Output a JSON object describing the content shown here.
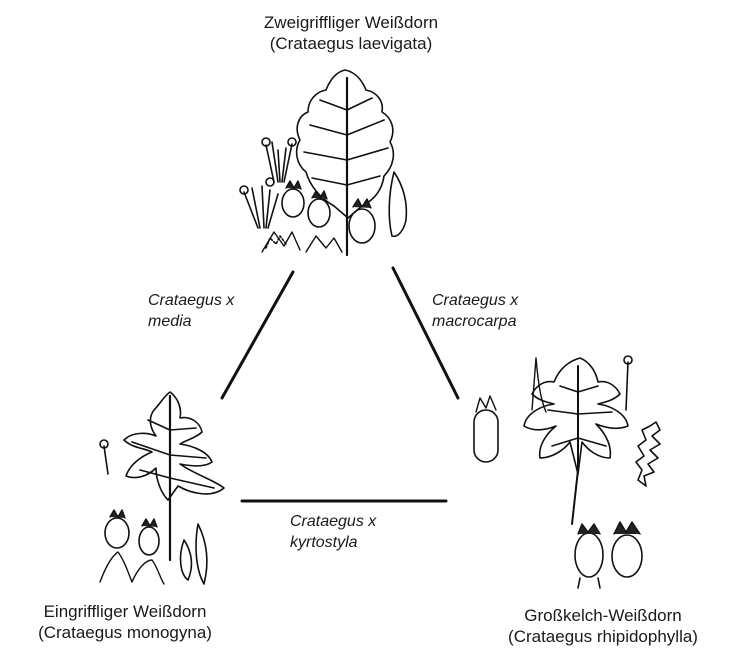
{
  "species": {
    "top": {
      "common_name": "Zweigriffliger Weißdorn",
      "latin_name": "(Crataegus laevigata)"
    },
    "left": {
      "common_name": "Eingriffliger Weißdorn",
      "latin_name": "(Crataegus monogyna)"
    },
    "right": {
      "common_name": "Großkelch-Weißdorn",
      "latin_name": "(Crataegus rhipidophylla)"
    }
  },
  "hybrids": {
    "top_left": {
      "line1": "Crataegus x",
      "line2": "media"
    },
    "top_right": {
      "line1": "Crataegus x",
      "line2": "macrocarpa"
    },
    "bottom": {
      "line1": "Crataegus x",
      "line2": "kyrtostyla"
    }
  }
}
